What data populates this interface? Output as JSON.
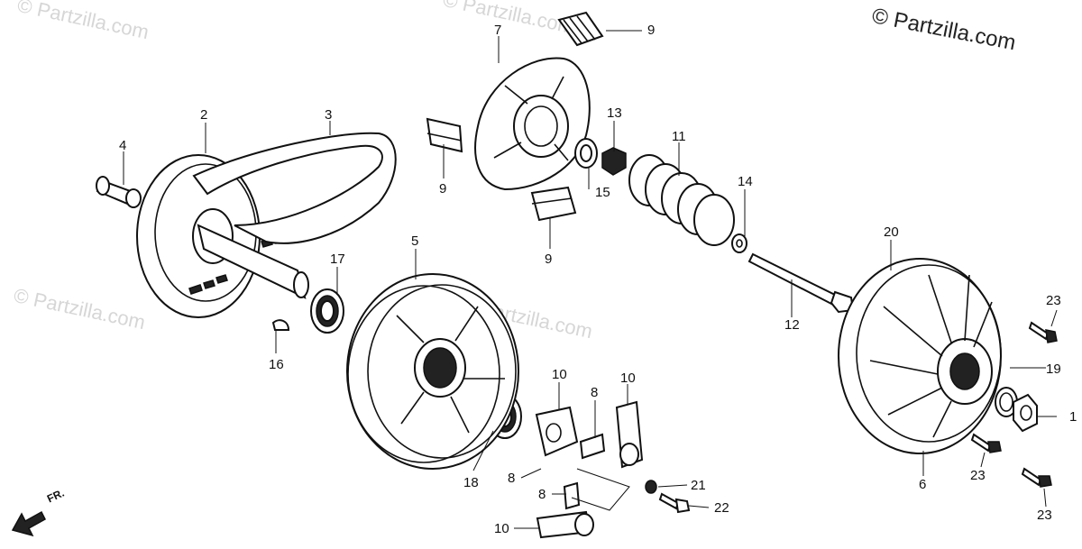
{
  "watermark": "© Partzilla.com",
  "copyright": "© Partzilla.com",
  "direction_label": "FR.",
  "callouts": {
    "c1": "1",
    "c2": "2",
    "c3": "3",
    "c4": "4",
    "c5": "5",
    "c6": "6",
    "c7": "7",
    "c8a": "8",
    "c8b": "8",
    "c8c": "8",
    "c9a": "9",
    "c9b": "9",
    "c9c": "9",
    "c10a": "10",
    "c10b": "10",
    "c10c": "10",
    "c11": "11",
    "c12": "12",
    "c13": "13",
    "c14": "14",
    "c15": "15",
    "c16": "16",
    "c17": "17",
    "c18": "18",
    "c19": "19",
    "c20": "20",
    "c21": "21",
    "c22": "22",
    "c23a": "23",
    "c23b": "23",
    "c23c": "23"
  }
}
